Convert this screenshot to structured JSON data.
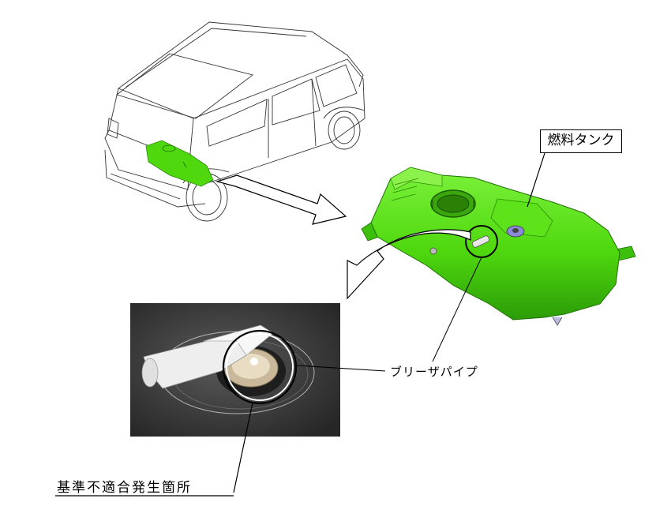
{
  "labels": {
    "fuel_tank": "燃料タンク",
    "breather_pipe": "ブリーザパイプ",
    "defect_location": "基準不適合発生箇所"
  },
  "colors": {
    "tank_green": "#55e010",
    "tank_shadow": "#2fa80a",
    "outline": "#000000",
    "photo_dark": "#3a3a3a"
  },
  "icons": {
    "vehicle": "rear-view-car-outline",
    "pointer_arrow": "hollow-arrow"
  }
}
